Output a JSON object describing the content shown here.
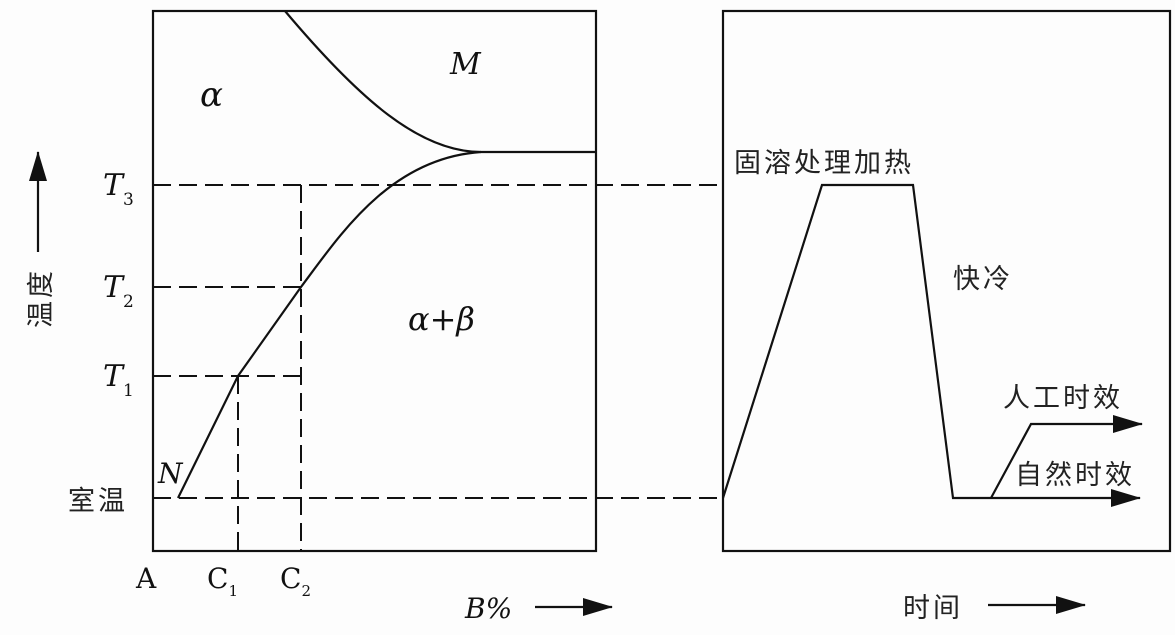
{
  "left_diagram": {
    "y_axis_label": "温度",
    "x_axis_label": "B%",
    "regions": {
      "alpha": "α",
      "m": "M",
      "alpha_beta": "α+β"
    },
    "point_n": "N",
    "temperature_ticks": [
      {
        "main": "T",
        "sub": "3"
      },
      {
        "main": "T",
        "sub": "2"
      },
      {
        "main": "T",
        "sub": "1"
      }
    ],
    "room_temperature": "室温",
    "composition_ticks": [
      {
        "main": "A",
        "sub": ""
      },
      {
        "main": "C",
        "sub": "1"
      },
      {
        "main": "C",
        "sub": "2"
      }
    ]
  },
  "right_diagram": {
    "solution_heating": "固溶处理加热",
    "quench": "快冷",
    "artificial_aging": "人工时效",
    "natural_aging": "自然时效",
    "x_axis_label": "时间"
  }
}
